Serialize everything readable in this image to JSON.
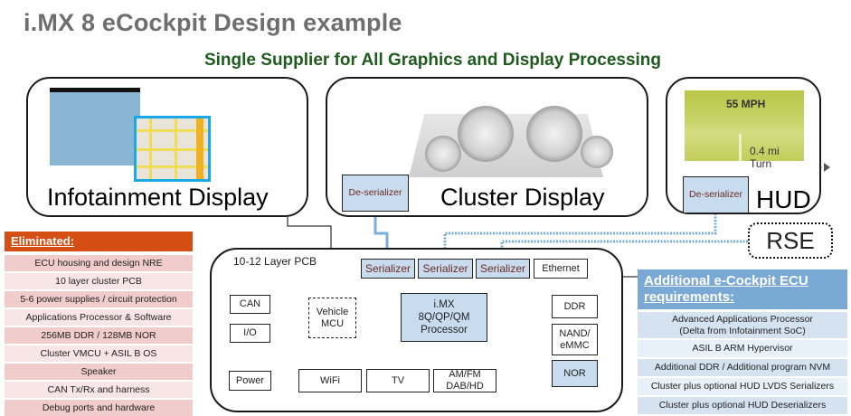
{
  "title": "i.MX 8 eCockpit Design example",
  "subtitle": "Single Supplier for All Graphics and Display Processing",
  "colors": {
    "title": "#6e6e6e",
    "subtitle": "#1f5a1f",
    "eliminated_header": "#d54e14",
    "requirements_header": "#7ba9d6",
    "blue_box": "#c9dcef",
    "link_line": "#7aaedb"
  },
  "displays": {
    "infotainment": {
      "label": "Infotainment Display"
    },
    "cluster": {
      "label": "Cluster Display",
      "deserializer": "De-serializer"
    },
    "hud": {
      "label": "HUD",
      "deserializer": "De-serializer",
      "speed": "55 MPH",
      "turn": "0.4 mi Turn"
    },
    "rse": {
      "label": "RSE"
    }
  },
  "pcb": {
    "label": "10-12 Layer PCB",
    "serializers": [
      "Serializer",
      "Serializer",
      "Serializer"
    ],
    "ethernet": "Ethernet",
    "processor": "i.MX 8Q/QP/QM Processor",
    "vehicle_mcu": "Vehicle MCU",
    "can": "CAN",
    "io": "I/O",
    "power": "Power",
    "wifi": "WiFi",
    "tv": "TV",
    "radio": "AM/FM DAB/HD",
    "ddr": "DDR",
    "nand": "NAND/ eMMC",
    "nor": "NOR"
  },
  "eliminated": {
    "header": "Eliminated:",
    "items": [
      "ECU housing and design NRE",
      "10 layer cluster PCB",
      "5-6 power supplies / circuit protection",
      "Applications Processor & Software",
      "256MB DDR / 128MB NOR",
      "Cluster VMCU + ASIL B OS",
      "Speaker",
      "CAN Tx/Rx and harness",
      "Debug  ports and hardware"
    ]
  },
  "requirements": {
    "header": "Additional e-Cockpit ECU requirements:",
    "items": [
      "Advanced Applications Processor (Delta from Infotainment SoC)",
      "ASIL B ARM Hypervisor",
      "Additional DDR / Additional program NVM",
      "Cluster plus optional HUD LVDS Serializers",
      "Cluster plus optional HUD Deserializers"
    ]
  }
}
